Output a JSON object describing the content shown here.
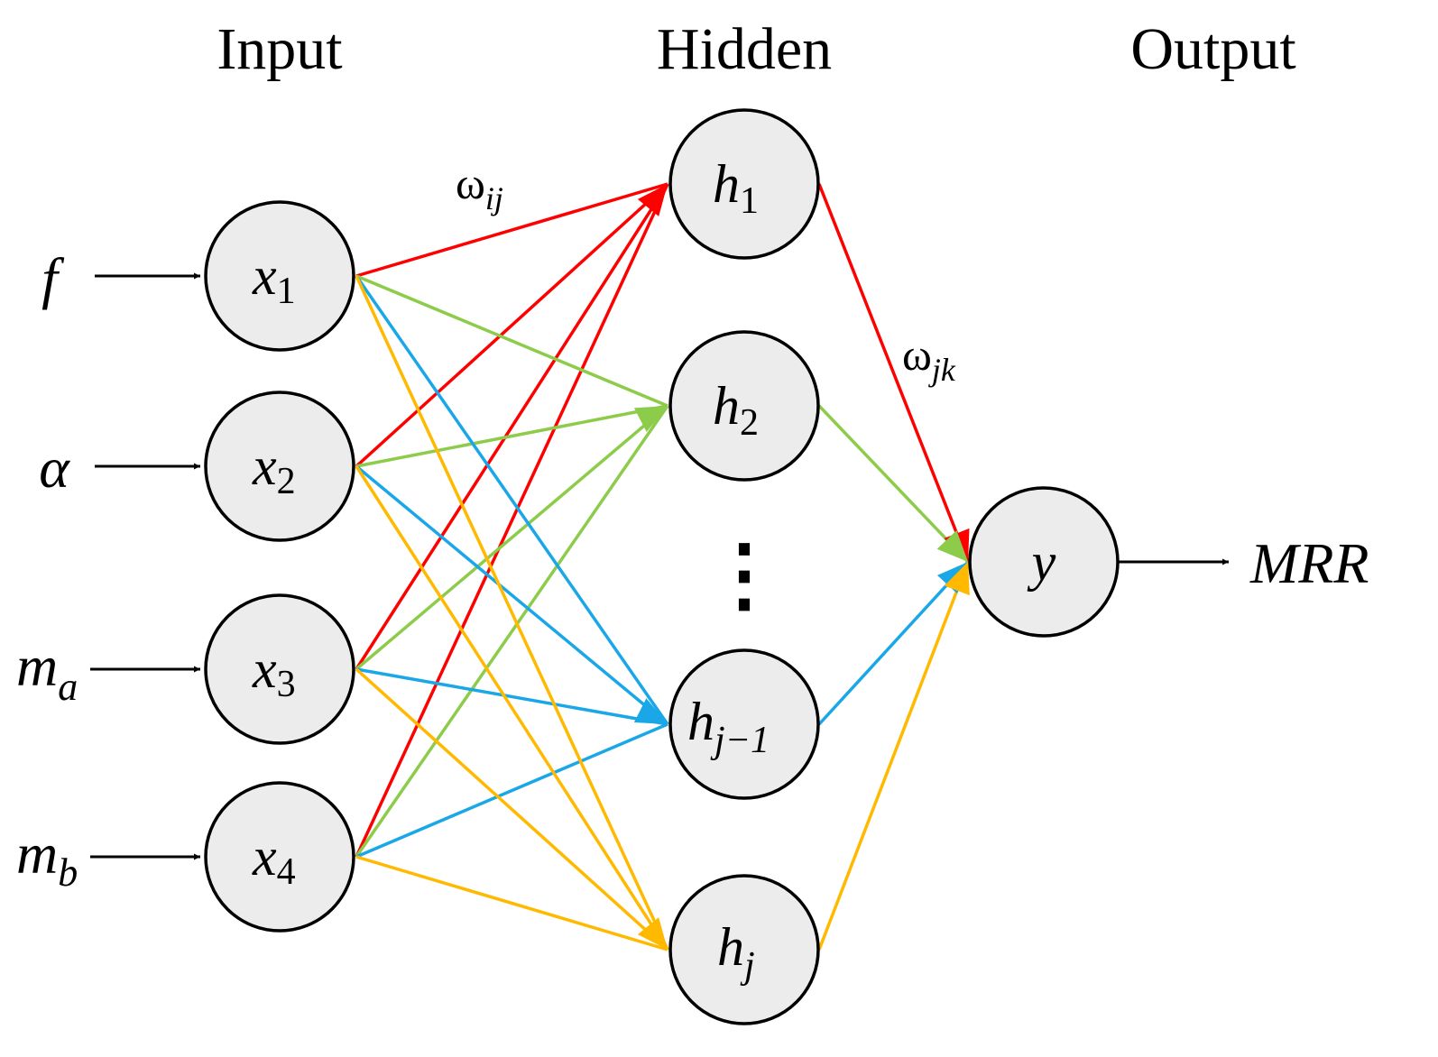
{
  "layers": {
    "input": "Input",
    "hidden": "Hidden",
    "output": "Output"
  },
  "inputs": [
    {
      "feature": "f",
      "feature_sub": "",
      "node_main": "x",
      "node_sub": "1"
    },
    {
      "feature": "α",
      "feature_sub": "",
      "node_main": "x",
      "node_sub": "2"
    },
    {
      "feature": "m",
      "feature_sub": "a",
      "node_main": "x",
      "node_sub": "3"
    },
    {
      "feature": "m",
      "feature_sub": "b",
      "node_main": "x",
      "node_sub": "4"
    }
  ],
  "hidden": [
    {
      "node_main": "h",
      "node_sub": "1",
      "sub_italic": false,
      "color": "#ff0000"
    },
    {
      "node_main": "h",
      "node_sub": "2",
      "sub_italic": false,
      "color": "#8ccc4a"
    },
    {
      "node_main": "h",
      "node_sub": "j−1",
      "sub_italic": true,
      "color": "#1aa7e8"
    },
    {
      "node_main": "h",
      "node_sub": "j",
      "sub_italic": true,
      "color": "#ffb900"
    }
  ],
  "ellipsis": "⋮",
  "output": {
    "node_main": "y",
    "label": "MRR"
  },
  "weights": {
    "input_hidden": {
      "symbol": "ω",
      "sub": "ij"
    },
    "hidden_output": {
      "symbol": "ω",
      "sub": "jk"
    }
  }
}
